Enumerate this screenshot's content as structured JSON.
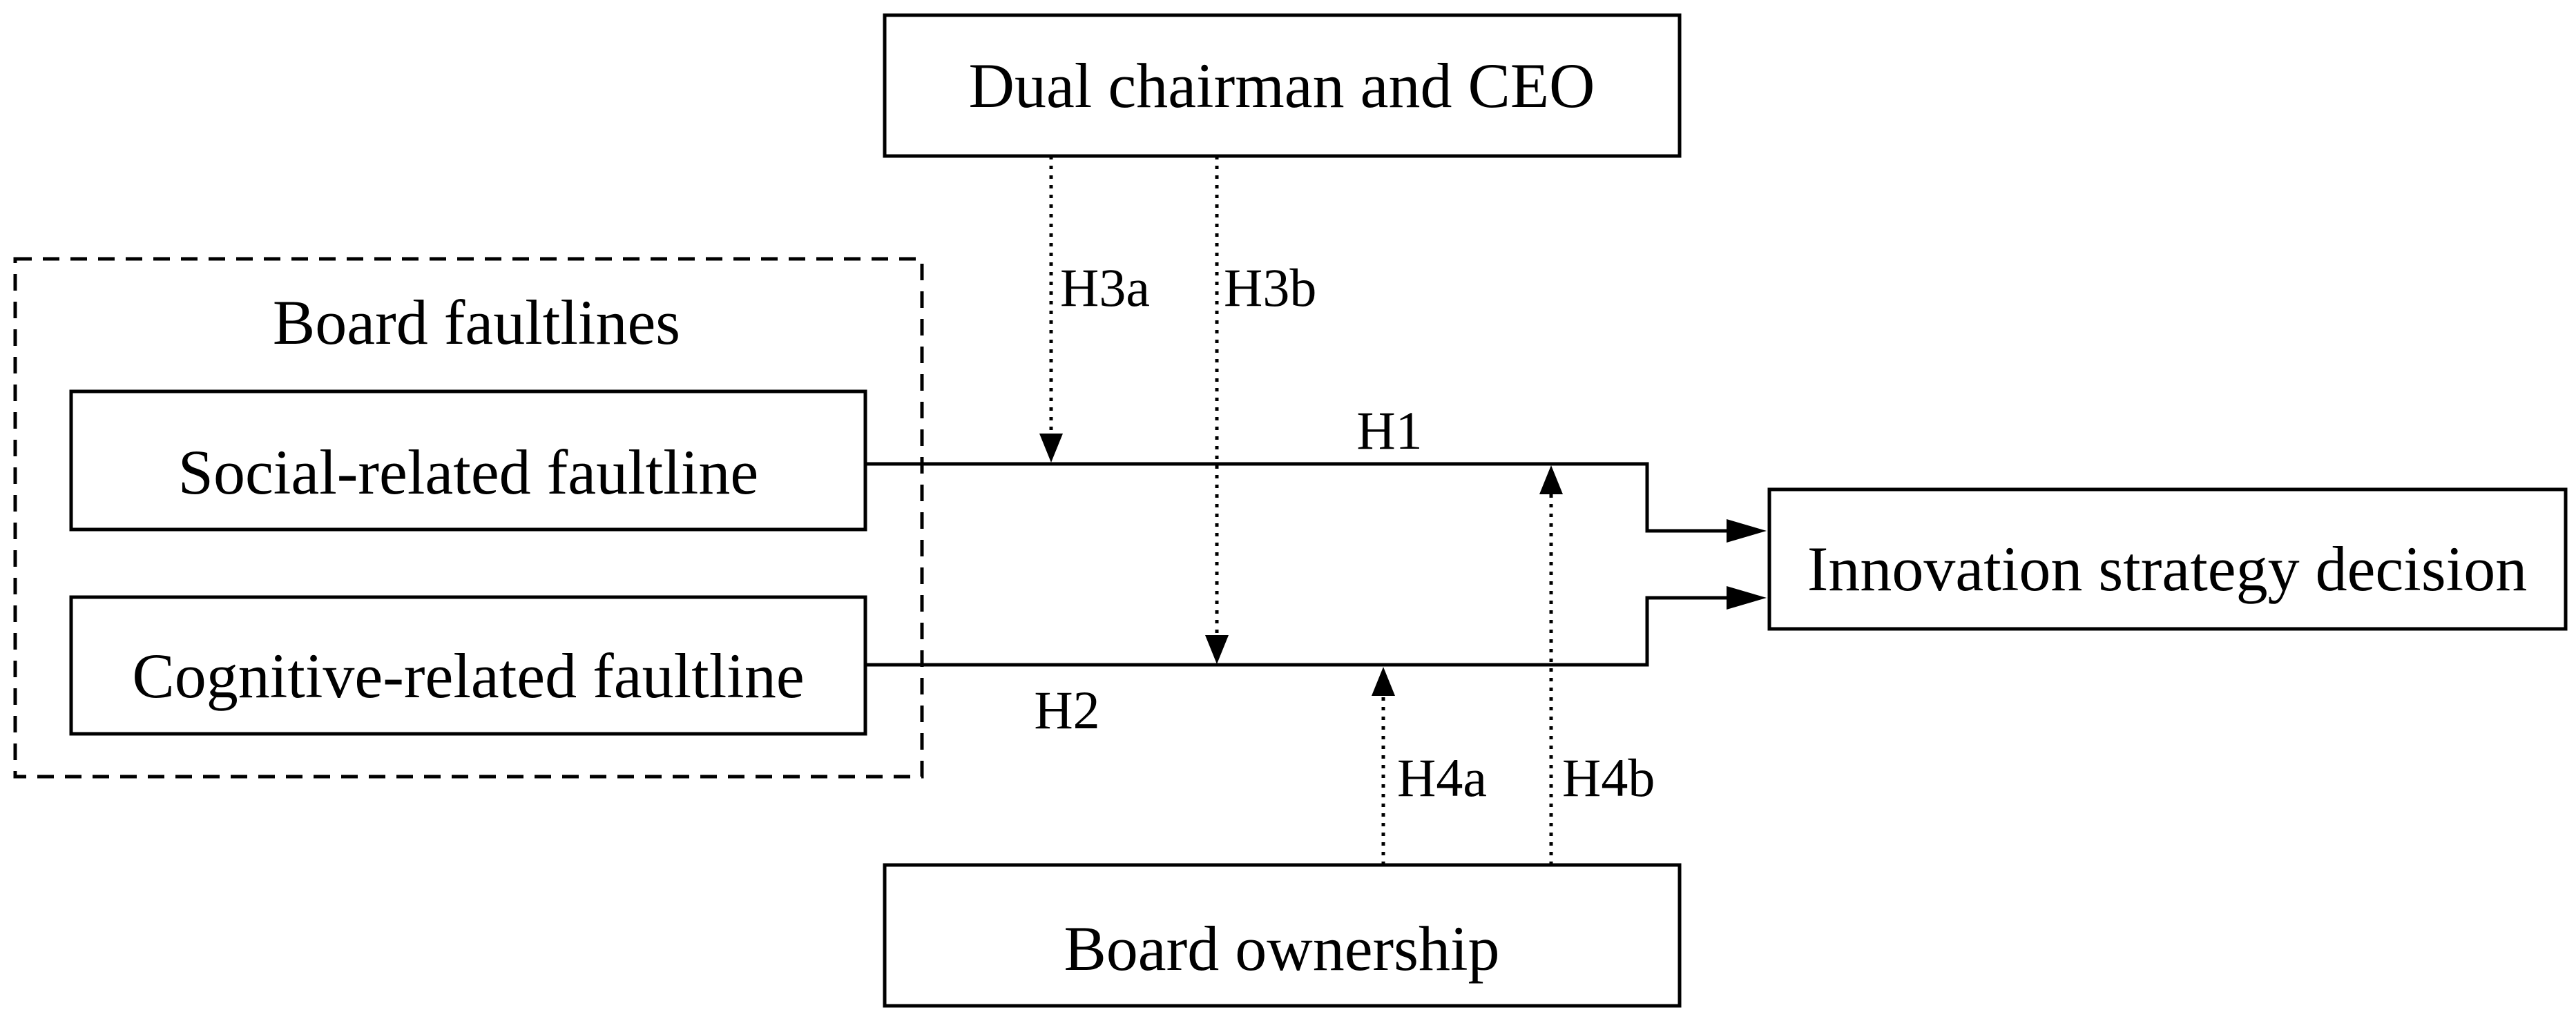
{
  "nodes": {
    "dual_chairman_ceo": "Dual chairman and CEO",
    "board_faultlines": "Board faultlines",
    "social_faultline": "Social-related faultline",
    "cognitive_faultline": "Cognitive-related faultline",
    "innovation_decision": "Innovation strategy decision",
    "board_ownership": "Board ownership"
  },
  "hypotheses": {
    "h1": "H1",
    "h2": "H2",
    "h3a": "H3a",
    "h3b": "H3b",
    "h4a": "H4a",
    "h4b": "H4b"
  },
  "colors": {
    "stroke": "#000000",
    "background": "#ffffff"
  }
}
